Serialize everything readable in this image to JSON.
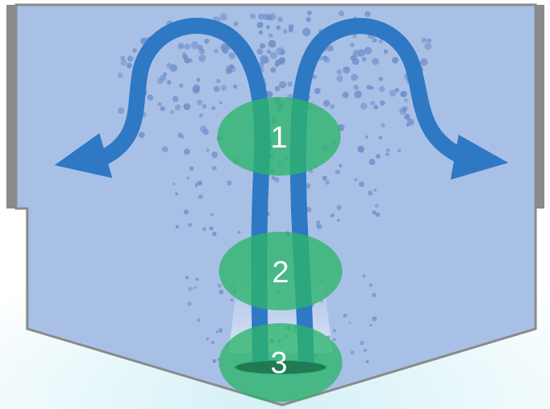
{
  "diagram": {
    "zones": [
      {
        "label": "1"
      },
      {
        "label": "2"
      },
      {
        "label": "3"
      }
    ],
    "colors": {
      "background_glow": "#dff4f8",
      "tank_fill": "#a9c0e6",
      "tank_edge": "#8a8a8a",
      "flow_arrow": "#2f78c4",
      "bubble": "#6f8fc9",
      "zone_fill": "#2bb56a",
      "label": "#ffffff"
    }
  }
}
